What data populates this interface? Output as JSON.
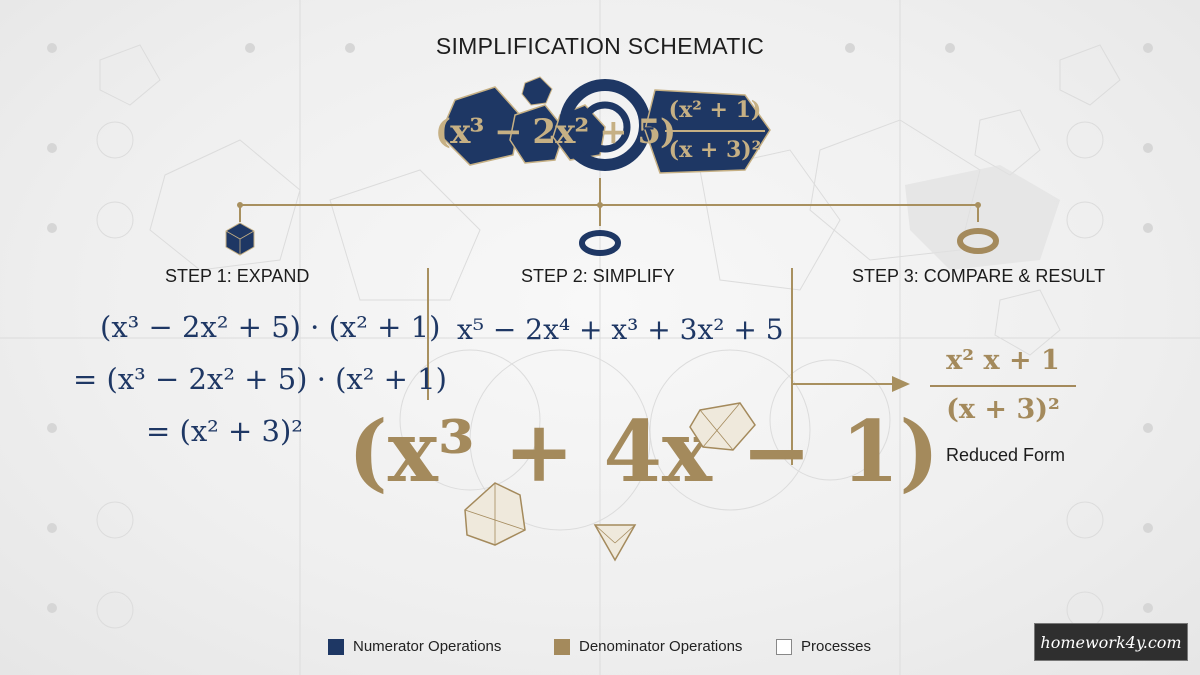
{
  "title": "SIMPLIFICATION SCHEMATIC",
  "header_expression": {
    "left": "(x³ − 2x² + 5)",
    "operator": "÷",
    "numerator": "(x² + 1)",
    "denominator": "(x + 3)²"
  },
  "steps": [
    {
      "label": "STEP 1: EXPAND",
      "icon": "navy-polyhedron-icon",
      "lines": [
        "(x³ − 2x² + 5) · (x² + 1)",
        "= (x³ − 2x² + 5) · (x² + 1)",
        "= (x² + 3)²"
      ]
    },
    {
      "label": "STEP 2: SIMPLIFY",
      "icon": "navy-ring-icon",
      "lines": [
        "x⁵ − 2x⁴ + x³ + 3x² + 5"
      ]
    },
    {
      "label": "STEP 3: COMPARE & RESULT",
      "icon": "gold-ring-icon",
      "result_numerator": "x² x + 1",
      "result_denominator": "(x + 3)²",
      "result_caption": "Reduced Form"
    }
  ],
  "big_expression": "(x³ + 4x − 1)",
  "legend": [
    {
      "label": "Numerator Operations",
      "color": "#1e3764"
    },
    {
      "label": "Denominator Operations",
      "color": "#a48a5c"
    },
    {
      "label": "Processes",
      "color": "#ffffff"
    }
  ],
  "watermark": "homework4y.com",
  "colors": {
    "navy": "#1e3764",
    "gold": "#a48a5c",
    "connector": "#a8905f"
  }
}
